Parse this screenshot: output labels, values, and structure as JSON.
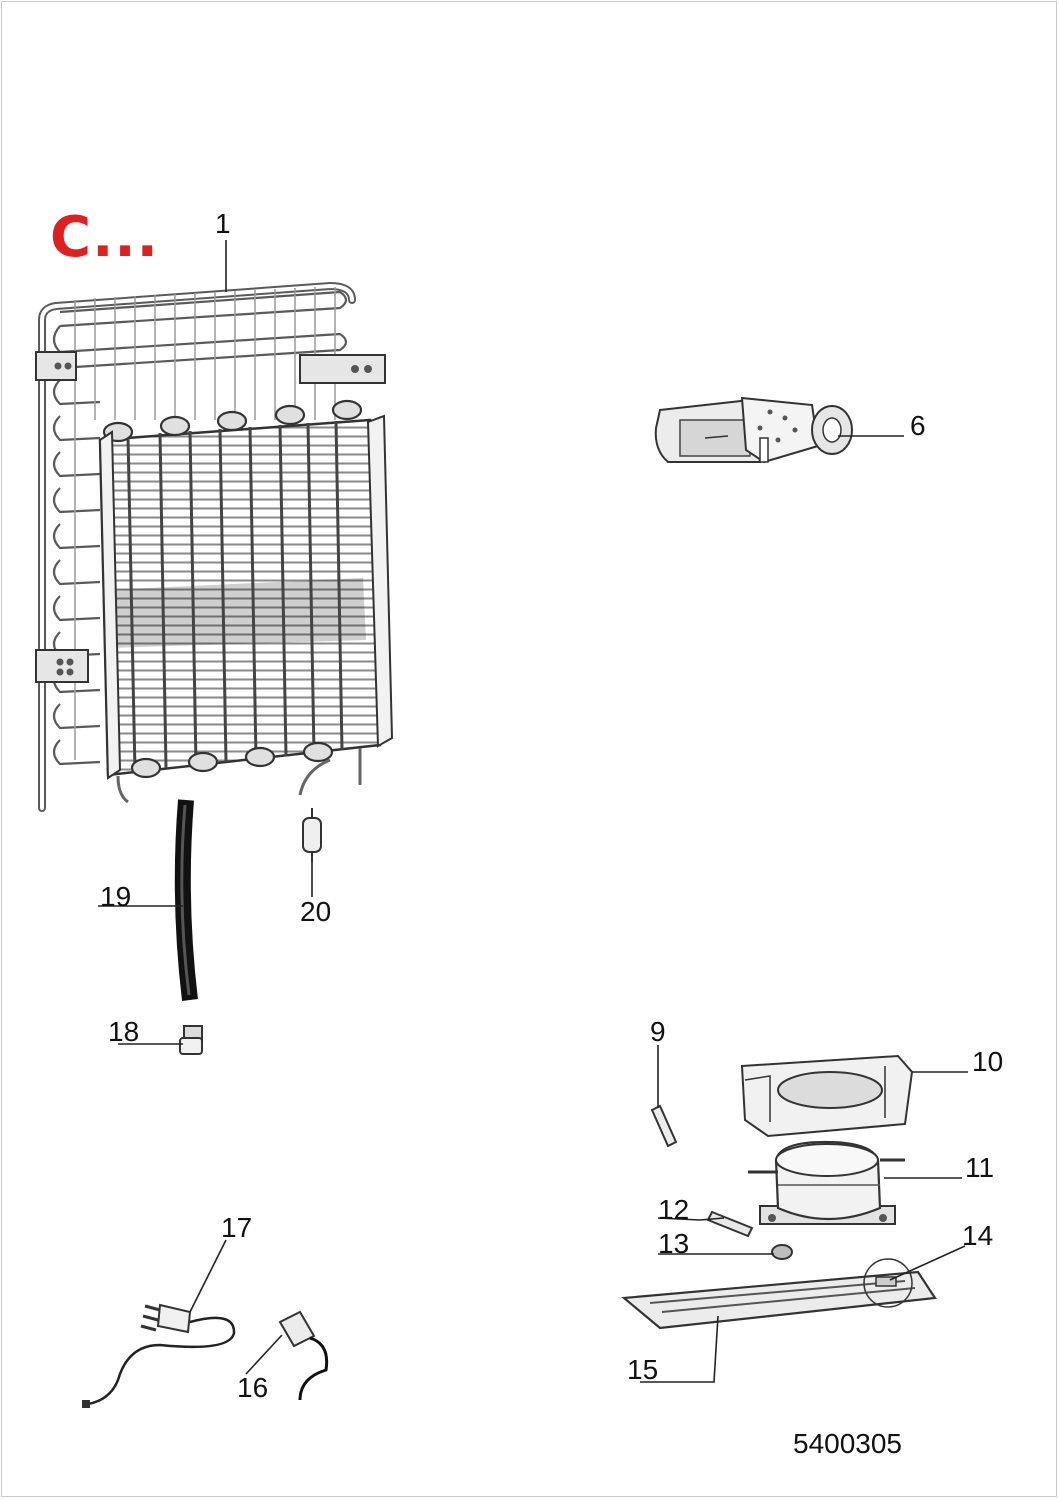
{
  "section_label": "C...",
  "document_number": "5400305",
  "parts": [
    {
      "callout": "1",
      "icon": "condenser-icon"
    },
    {
      "callout": "6",
      "icon": "thermostat-module-icon"
    },
    {
      "callout": "9",
      "icon": "pin-icon"
    },
    {
      "callout": "10",
      "icon": "drip-tray-icon"
    },
    {
      "callout": "11",
      "icon": "compressor-icon"
    },
    {
      "callout": "12",
      "icon": "clip-icon"
    },
    {
      "callout": "13",
      "icon": "grommet-icon"
    },
    {
      "callout": "14",
      "icon": "detail-circle-icon"
    },
    {
      "callout": "15",
      "icon": "base-plate-icon"
    },
    {
      "callout": "16",
      "icon": "capacitor-icon"
    },
    {
      "callout": "17",
      "icon": "power-cord-icon"
    },
    {
      "callout": "18",
      "icon": "cap-icon"
    },
    {
      "callout": "19",
      "icon": "hose-icon"
    },
    {
      "callout": "20",
      "icon": "filter-drier-icon"
    }
  ]
}
